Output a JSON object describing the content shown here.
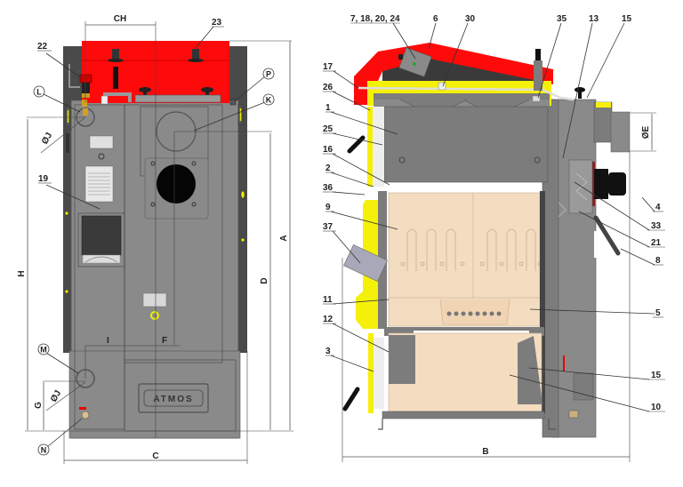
{
  "figure": {
    "colors": {
      "body_gray": "#8c8c8c",
      "dark_gray": "#4a4a4a",
      "darker": "#3a3a3a",
      "red": "#ff0a0a",
      "yellow": "#f5f00a",
      "ceramic": "#f3dcc0",
      "black": "#111111",
      "line": "#444444"
    }
  },
  "left_view": {
    "name": "rear-view",
    "brand_plate": "ATMOS",
    "dimensions": {
      "CH": "CH",
      "C": "C",
      "A": "A",
      "D": "D",
      "H": "H",
      "I": "I",
      "F": "F",
      "G": "G",
      "J1": "ØJ",
      "J2": "ØJ"
    },
    "circle_labels": {
      "L": "L",
      "P": "P",
      "K": "K",
      "M": "M",
      "N": "N"
    },
    "part_labels": {
      "p22": "22",
      "p23": "23",
      "p19": "19"
    }
  },
  "right_view": {
    "name": "cross-section",
    "dimensions": {
      "B": "B",
      "E": "ØE"
    },
    "part_labels": {
      "p7_18_20_24": "7, 18, 20, 24",
      "p6": "6",
      "p30": "30",
      "p35": "35",
      "p13": "13",
      "p15a": "15",
      "p17": "17",
      "p26": "26",
      "p1": "1",
      "p25": "25",
      "p16": "16",
      "p2": "2",
      "p36": "36",
      "p9": "9",
      "p37": "37",
      "p11": "11",
      "p12": "12",
      "p3": "3",
      "p4": "4",
      "p33": "33",
      "p21": "21",
      "p8": "8",
      "p5": "5",
      "p15b": "15",
      "p10": "10"
    }
  }
}
